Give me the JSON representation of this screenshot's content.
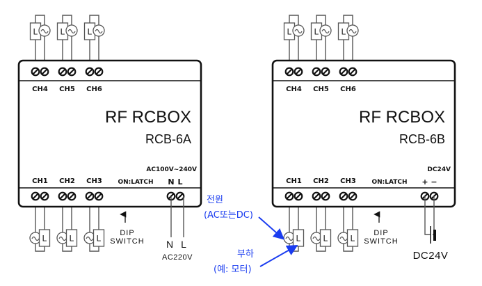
{
  "diagram": {
    "left": {
      "title": "RF RCBOX",
      "model": "RCB-6A",
      "top_channels": [
        "CH4",
        "CH5",
        "CH6"
      ],
      "bottom_channels": [
        "CH1",
        "CH2",
        "CH3"
      ],
      "latch_label": "ON:LATCH",
      "power_rating": "AC100V~240V",
      "power_terminals": [
        "N",
        "L"
      ],
      "dip_label": [
        "DIP",
        "SWITCH"
      ],
      "supply_terminals": [
        "N",
        "L"
      ],
      "supply_label": "AC220V"
    },
    "right": {
      "title": "RF RCBOX",
      "model": "RCB-6B",
      "top_channels": [
        "CH4",
        "CH5",
        "CH6"
      ],
      "bottom_channels": [
        "CH1",
        "CH2",
        "CH3"
      ],
      "latch_label": "ON:LATCH",
      "power_rating": "DC24V",
      "power_terminals": [
        "+",
        "−"
      ],
      "dip_label": [
        "DIP",
        "SWITCH"
      ],
      "supply_label": "DC24V"
    },
    "load_symbol": "L",
    "annotations": {
      "power": [
        "전원",
        "(AC또는DC)"
      ],
      "load": [
        "부하",
        "(예: 모터)"
      ],
      "color": "#1a3cf0"
    }
  }
}
